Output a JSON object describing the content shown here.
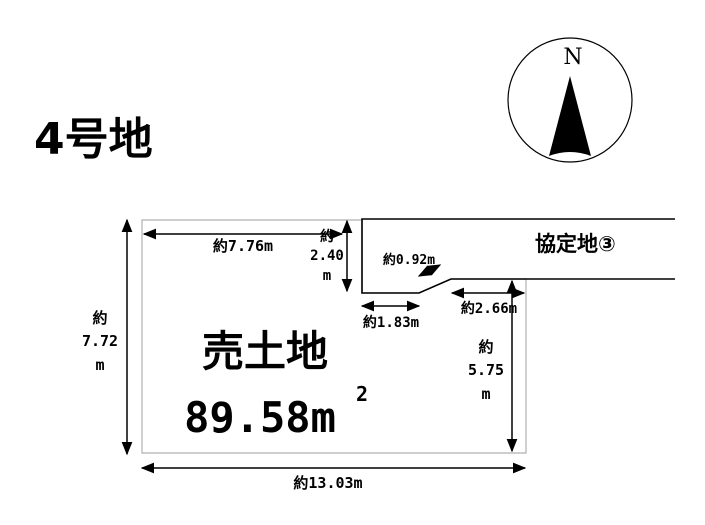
{
  "lot_title": "4号地",
  "compass": {
    "north_label": "N"
  },
  "plot": {
    "label": "売土地",
    "area_value": "89.58m",
    "area_unit_sup": "2"
  },
  "neighbor": {
    "label": "協定地③"
  },
  "dimensions": {
    "top_width": "約7.76m",
    "left_height_prefix": "約",
    "left_height_value": "7.72",
    "left_height_unit": "m",
    "notch_height_prefix": "約",
    "notch_height_value": "2.40",
    "notch_height_unit": "m",
    "diagonal": "約0.92m",
    "notch_width": "約1.83m",
    "right_offset": "約2.66m",
    "right_height_prefix": "約",
    "right_height_value": "5.75",
    "right_height_unit": "m",
    "bottom_width": "約13.03m"
  },
  "colors": {
    "lines": "#000000",
    "plot_outline": "#b0b0b0",
    "background": "#ffffff"
  }
}
